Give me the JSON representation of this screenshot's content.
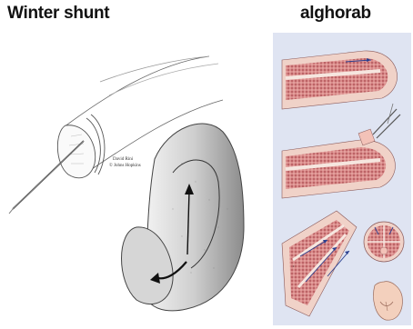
{
  "left_panel": {
    "title": "Winter shunt",
    "credit_line1": "David Rini",
    "credit_line2": "© Johns Hopkins"
  },
  "right_panel": {
    "title": "alghorab",
    "panel_bg": "#dfe4f2"
  },
  "colors": {
    "tissue_pink": "#d98a8a",
    "tissue_dark": "#a8484c",
    "arrow_blue": "#2a3f8f",
    "sketch_line": "#555555"
  }
}
